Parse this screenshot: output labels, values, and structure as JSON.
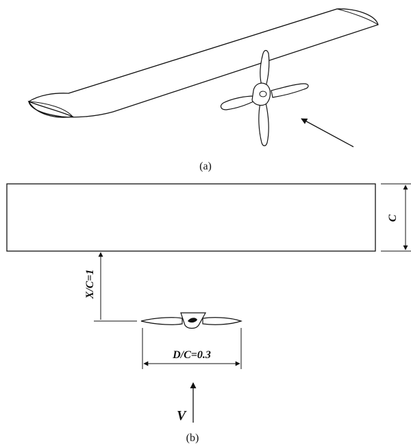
{
  "figure": {
    "panel_a": {
      "caption": "(a)"
    },
    "panel_b": {
      "caption": "(b)",
      "chord_label": "C",
      "spacing_label": "X/C=1",
      "diameter_label": "D/C=0.3",
      "velocity_label": "V"
    }
  }
}
